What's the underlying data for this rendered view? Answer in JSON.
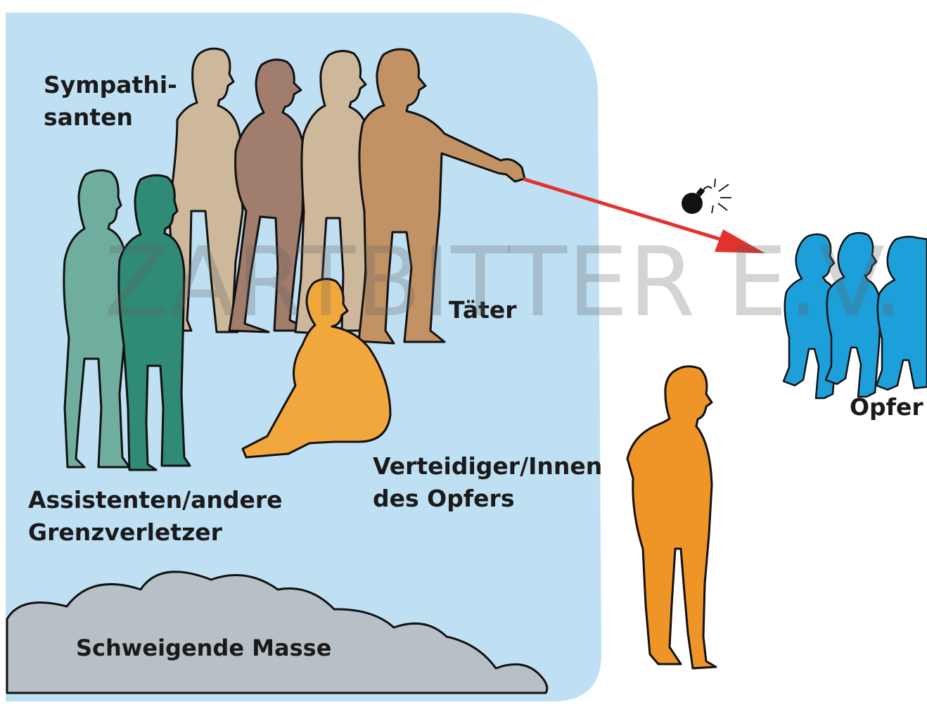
{
  "labels": {
    "sympathisanten": "Sympathi-\nsanten",
    "taeter": "Täter",
    "assistenten": "Assistenten/andere\nGrenzverletzer",
    "verteidiger": "Verteidiger/Innen\ndes Opfers",
    "schweigende_masse": "Schweigende Masse",
    "opfer": "Opfer"
  },
  "watermark": "ZARTBITTER E.V.",
  "colors": {
    "group_background": "#bfe0f2",
    "sympathisant_light": "#cdb89b",
    "sympathisant_mauve": "#a07d6c",
    "taeter": "#c29265",
    "assistant_light": "#6fae9e",
    "assistant_dark": "#2f8a76",
    "defender": "#f2a73d",
    "bystander_outside": "#ef9527",
    "victims": "#1d9fd9",
    "silent_mass": "#b7c0c7",
    "arrow": "#e2322c",
    "outline": "#111111"
  },
  "icons": [
    "bomb-icon",
    "pointing-arrow"
  ]
}
